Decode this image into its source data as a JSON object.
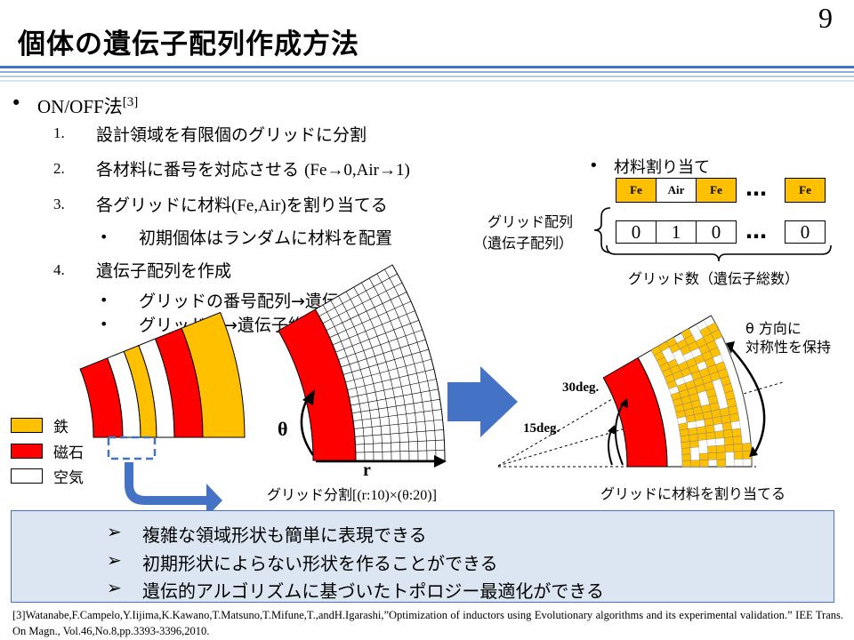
{
  "header": {
    "title": "個体の遺伝子配列作成方法",
    "page_number": "9"
  },
  "colors": {
    "iron": "#ffc000",
    "magnet": "#ff0000",
    "air": "#ffffff",
    "accent_blue": "#4472c4",
    "box_fill": "#dce6f2",
    "title_line_light": "#b4c7e7"
  },
  "method": {
    "bullet": "•",
    "name": "ON/OFF法",
    "ref_mark": "[3]",
    "steps": [
      {
        "num": "1.",
        "text": "設計領域を有限個のグリッドに分割"
      },
      {
        "num": "2.",
        "text_main": "各材料に番号を対応させる",
        "text_paren": "(Fe→0,Air→1)"
      },
      {
        "num": "3.",
        "text_a": "各グリッドに材料",
        "text_b": "(Fe,Air)",
        "text_c": "を割り当てる",
        "sub": [
          "初期個体はランダムに材料を配置"
        ]
      },
      {
        "num": "4.",
        "text": "遺伝子配列を作成",
        "sub": [
          "グリッドの番号配列→遺伝子配列",
          "グリッド数→遺伝子総数"
        ]
      }
    ]
  },
  "assignment": {
    "heading": "材料割り当て",
    "materials": [
      "Fe",
      "Air",
      "Fe",
      "Fe"
    ],
    "genes": [
      "0",
      "1",
      "0",
      "0"
    ],
    "ellipsis": "…",
    "grid_array_label": "グリッド配列",
    "gene_array_label": "（遺伝子配列）",
    "brace_label": "グリッド数（遺伝子総数）"
  },
  "legend": [
    {
      "label": "鉄",
      "color": "#ffc000"
    },
    {
      "label": "磁石",
      "color": "#ff0000"
    },
    {
      "label": "空気",
      "color": "#ffffff"
    }
  ],
  "figure": {
    "theta": "θ",
    "r": "r",
    "split_prefix": "グリッド分割",
    "split_formula": "[(r:10)×(θ:20)]",
    "angle_30": "30deg.",
    "angle_15": "15deg.",
    "symmetry_line1": "θ 方向に",
    "symmetry_line2": "対称性を保持",
    "assign_caption": "グリッドに材料を割り当てる"
  },
  "summary": {
    "marker": "➢",
    "items": [
      "複雑な領域形状も簡単に表現できる",
      "初期形状によらない形状を作ることができる",
      "遺伝的アルゴリズムに基づいたトポロジー最適化ができる"
    ]
  },
  "reference": "[3]Watanabe,F.Campelo,Y.Iijima,K.Kawano,T.Matsuno,T.Mifune,T.,andH.Igarashi,”Optimization of inductors using Evolutionary algorithms and its experimental validation.” IEE Trans. On Magn., Vol.46,No.8,pp.3393-3396,2010."
}
